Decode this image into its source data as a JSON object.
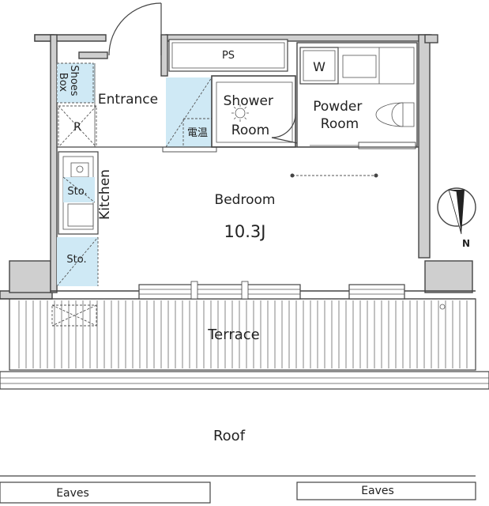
{
  "rooms": {
    "entrance": "Entrance",
    "shoes_box": [
      "Shoes",
      "Box"
    ],
    "refrigerator": "R",
    "kitchen": "Kitchen",
    "storage_upper": "Sto.",
    "storage_lower": "Sto.",
    "ps": "PS",
    "washer": "W",
    "shower_room": [
      "Shower",
      "Room"
    ],
    "powder_room": [
      "Powder",
      "Room"
    ],
    "water_heater": "電温",
    "bedroom": "Bedroom",
    "bedroom_size": "10.3J",
    "terrace": "Terrace",
    "roof": "Roof",
    "eaves_left": "Eaves",
    "eaves_right": "Eaves"
  },
  "compass": {
    "label": "N"
  },
  "colors": {
    "wet_area": "#cfe9f5",
    "wall": "#cfcfcf"
  }
}
